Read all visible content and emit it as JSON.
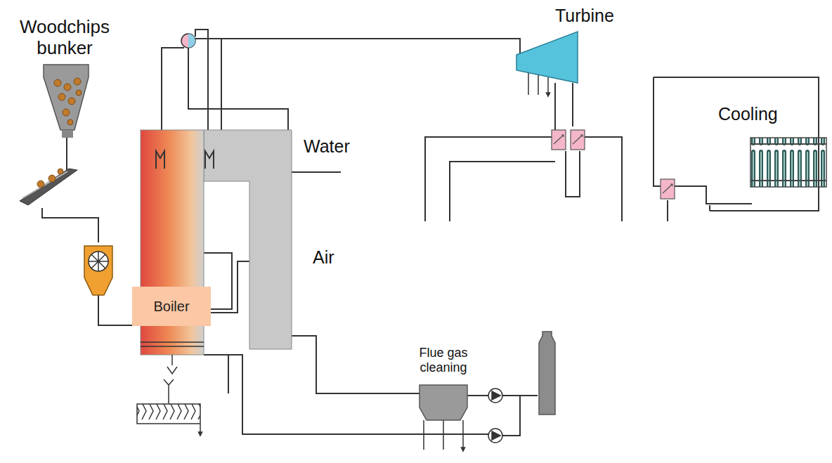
{
  "diagram": {
    "nodes": [
      {
        "text": [
          "Boiler"
        ]
      }
    ],
    "labels": [
      "Woodchips bunker",
      "Turbine",
      "Cooling",
      "Water",
      "Air",
      "Flue gas cleaning"
    ]
  }
}
